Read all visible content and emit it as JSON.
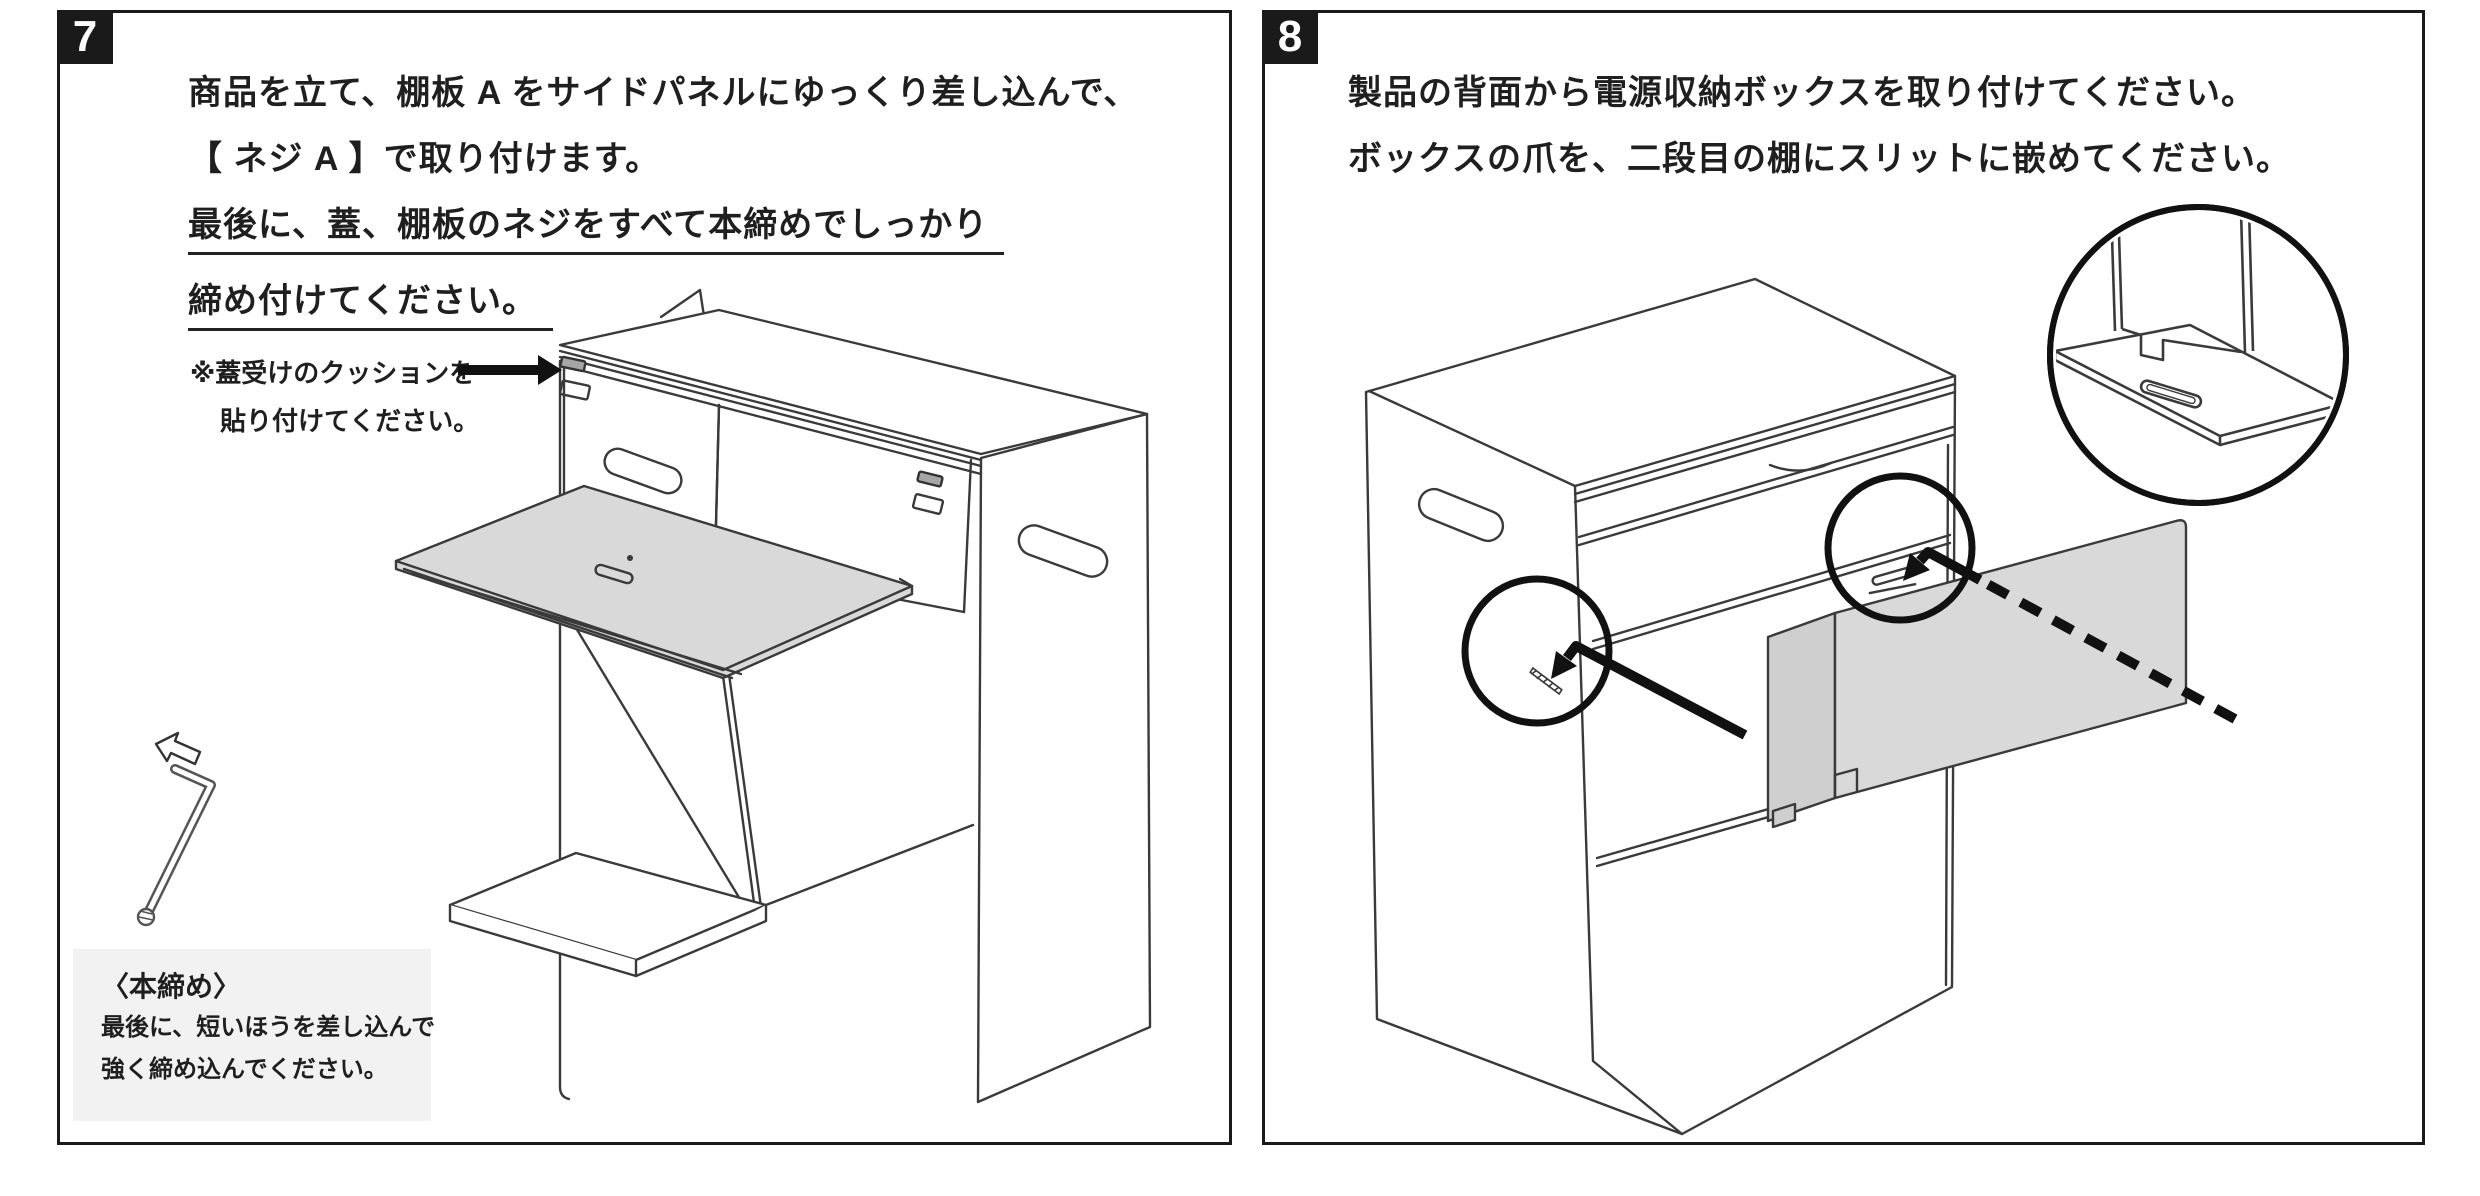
{
  "document": {
    "type": "assembly-instruction-sheet",
    "language": "ja"
  },
  "colors": {
    "panel_border": "#1a1a1a",
    "badge_bg": "#1a1a1a",
    "badge_text": "#ffffff",
    "line_art": "#3a3a3a",
    "thick_arrow": "#111111",
    "shelf_gray": "#d9d9d9",
    "flange_gray": "#cfcfcf",
    "cushion_gray": "#a6a6a6",
    "info_box_bg": "#f2f2f2"
  },
  "step7": {
    "badge": "7",
    "instructions": [
      {
        "text": "商品を立て、棚板 A をサイドパネルにゆっくり差し込んで、",
        "underline": false
      },
      {
        "text": "【 ネジ A 】で取り付けます。",
        "underline": false
      },
      {
        "text": "最後に、蓋、棚板のネジをすべて本締めでしっかり",
        "underline": true
      },
      {
        "text": "締め付けてください。",
        "underline": true
      }
    ],
    "cushion_note": {
      "line1": "※蓋受けのクッションを",
      "line2": "貼り付けてください。"
    },
    "info_box": {
      "title": "〈本締め〉",
      "line1": "最後に、短いほうを差し込んで",
      "line2": "強く締め込んでください。"
    }
  },
  "step8": {
    "badge": "8",
    "instructions": [
      "製品の背面から電源収納ボックスを取り付けてください。",
      "ボックスの爪を、二段目の棚にスリットに嵌めてください。"
    ]
  }
}
